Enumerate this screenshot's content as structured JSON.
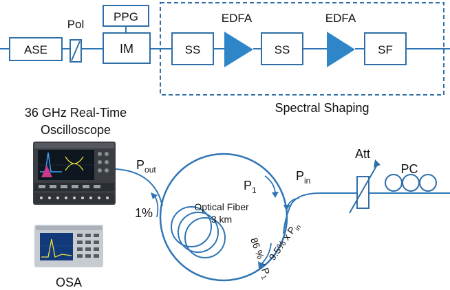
{
  "blocks": {
    "ase": "ASE",
    "pol": "Pol",
    "ppg": "PPG",
    "im": "IM",
    "ss1": "SS",
    "edfa1": "EDFA",
    "ss2": "SS",
    "edfa2": "EDFA",
    "sf": "SF",
    "spectral_shaping": "Spectral Shaping"
  },
  "oscilloscope": {
    "line1": "36 GHz Real-Time",
    "line2": "Oscilloscope"
  },
  "osa": "OSA",
  "loop": {
    "pout_main": "P",
    "pout_sub": "out",
    "coupler_pct": "1%",
    "fiber_line1": "Optical Fiber",
    "fiber_line2": "3 km",
    "p1_main": "P",
    "p1_sub": "1",
    "pin_main": "P",
    "pin_sub": "in",
    "frac86": "86 % x P",
    "frac86_sub": "1",
    "frac95": "9.5% x P",
    "frac95_sub": "in"
  },
  "att": "Att",
  "pc": "PC",
  "colors": {
    "line": "#2f75b5",
    "box": "#2f6ea6",
    "amp": "#2e86c8",
    "text": "#111111"
  }
}
